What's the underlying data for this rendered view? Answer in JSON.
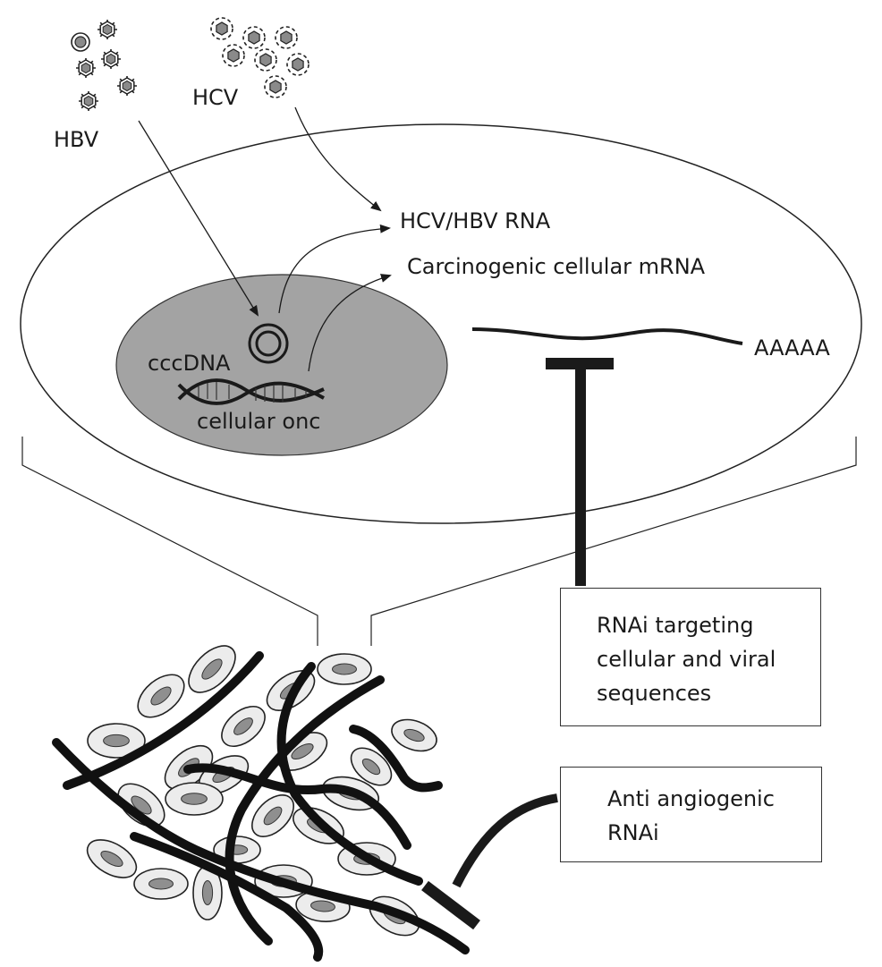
{
  "labels": {
    "hbv": "HBV",
    "hcv": "HCV",
    "hcv_hbv_rna": "HCV/HBV RNA",
    "carcinogenic_mrna": "Carcinogenic cellular mRNA",
    "polya": "AAAAA",
    "cccdna": "cccDNA",
    "cellular_onc": "cellular onc"
  },
  "boxes": {
    "rnai_targeting": [
      "RNAi targeting",
      "cellular and viral",
      "sequences"
    ],
    "anti_angiogenic": [
      "Anti angiogenic",
      "RNAi"
    ]
  },
  "colors": {
    "nucleus_fill": "#a3a3a3",
    "stroke": "#1a1a1a",
    "cell_fill": "#ececec",
    "cell_nucleus": "#8f8f8f",
    "virion_core": "#8a8a8a"
  }
}
